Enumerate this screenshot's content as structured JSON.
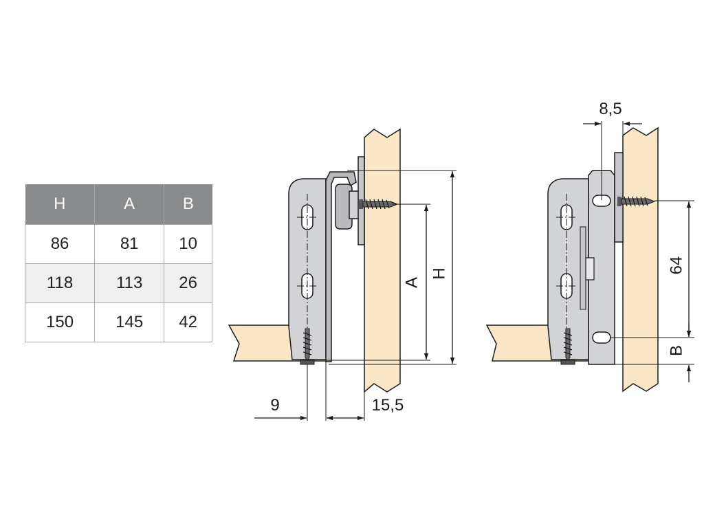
{
  "table": {
    "headers": [
      "H",
      "A",
      "B"
    ],
    "rows": [
      [
        "86",
        "81",
        "10"
      ],
      [
        "118",
        "113",
        "26"
      ],
      [
        "150",
        "145",
        "42"
      ]
    ]
  },
  "left_view": {
    "dim_9": "9",
    "dim_15_5": "15,5",
    "dim_A": "A",
    "dim_H": "H"
  },
  "right_view": {
    "dim_8_5": "8,5",
    "dim_64": "64",
    "dim_B": "B"
  },
  "colors": {
    "wood": "#fbe7c6",
    "metal": "#d2d3d6",
    "metal_dark": "#b9babd",
    "header_gray": "#8a8b8d"
  }
}
